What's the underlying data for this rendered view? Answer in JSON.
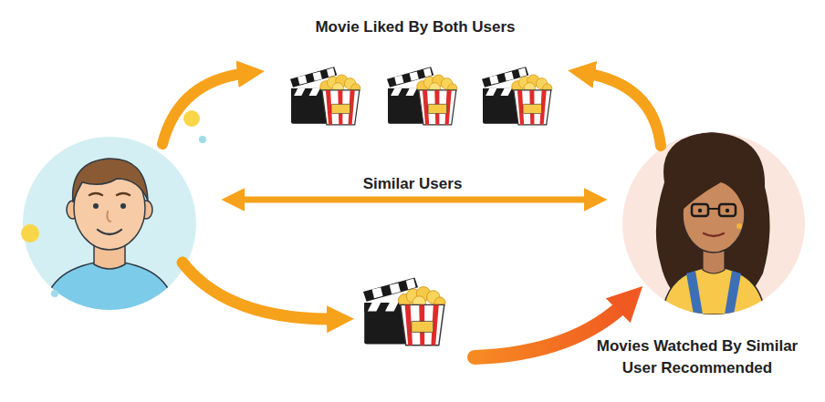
{
  "diagram": {
    "labels": [
      "Movie Liked By Both Users",
      "Similar Users",
      "Movies Watched By Similar User Recommended"
    ]
  }
}
